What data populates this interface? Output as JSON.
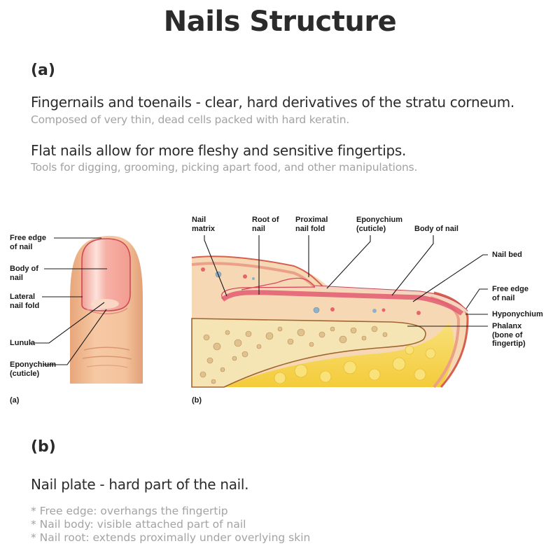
{
  "title": "Nails Structure",
  "section_a": {
    "label": "(a)",
    "points": [
      {
        "main": "Fingernails and toenails - clear, hard derivatives of the stratu corneum.",
        "sub": "Composed of very thin, dead cells packed with hard keratin."
      },
      {
        "main": "Flat nails allow for more fleshy and sensitive fingertips.",
        "sub": "Tools for digging, grooming, picking apart food, and other manipulations."
      }
    ]
  },
  "figure_a": {
    "caption": "(a)",
    "labels": [
      {
        "line1": "Free edge",
        "line2": "of nail"
      },
      {
        "line1": "Body of",
        "line2": "nail"
      },
      {
        "line1": "Lateral",
        "line2": "nail fold"
      },
      {
        "line1": "Lunula",
        "line2": ""
      },
      {
        "line1": "Eponychium",
        "line2": "(cuticle)"
      }
    ]
  },
  "figure_b": {
    "caption": "(b)",
    "top_labels": [
      {
        "line1": "Nail",
        "line2": "matrix"
      },
      {
        "line1": "Root of",
        "line2": "nail"
      },
      {
        "line1": "Proximal",
        "line2": "nail fold"
      },
      {
        "line1": "Eponychium",
        "line2": "(cuticle)"
      },
      {
        "line1": "Body of nail",
        "line2": ""
      }
    ],
    "right_labels": [
      {
        "line1": "Nail bed",
        "line2": "",
        "line3": ""
      },
      {
        "line1": "Free edge",
        "line2": "of nail",
        "line3": ""
      },
      {
        "line1": "Hyponychium",
        "line2": "",
        "line3": ""
      },
      {
        "line1": "Phalanx",
        "line2": "(bone of",
        "line3": "fingertip)"
      }
    ]
  },
  "section_b": {
    "label": "(b)",
    "main": "Nail plate - hard part of the nail.",
    "bullets": [
      "* Free edge: overhangs the fingertip",
      "* Nail body: visible attached part of nail",
      "* Nail root: extends proximally under overlying skin"
    ]
  },
  "colors": {
    "heading": "#2b2b2b",
    "subtext": "#a3a3a3",
    "skin": "#f3c19a",
    "nail": "#f2a49a",
    "nail_outline": "#d04a5a",
    "bone": "#f5e6b8",
    "marrow": "#f6d84a"
  }
}
